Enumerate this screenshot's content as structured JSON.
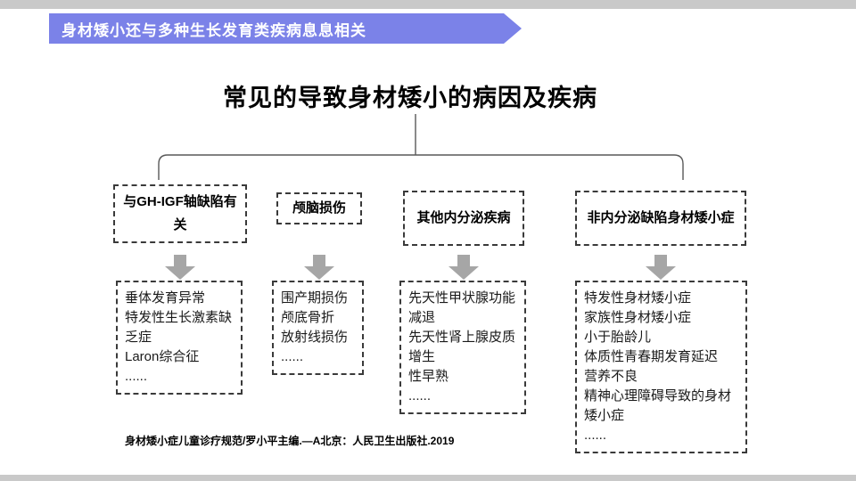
{
  "banner": {
    "label": "身材矮小还与多种生长发育类疾病息息相关",
    "bg_color": "#7b82e8",
    "text_color": "#ffffff"
  },
  "title": "常见的导致身材矮小的病因及疾病",
  "columns": [
    {
      "id": "gh-igf",
      "header": "与GH-IGF轴缺陷有关",
      "items": [
        "垂体发育异常",
        "特发性生长激素缺乏症",
        "Laron综合征",
        "......"
      ]
    },
    {
      "id": "brain-injury",
      "header": "颅脑损伤",
      "items": [
        "围产期损伤",
        "颅底骨折",
        "放射线损伤",
        "......"
      ]
    },
    {
      "id": "other-endocrine",
      "header": "其他内分泌疾病",
      "items": [
        "先天性甲状腺功能减退",
        "先天性肾上腺皮质增生",
        "性早熟",
        "......"
      ]
    },
    {
      "id": "non-endocrine",
      "header": "非内分泌缺陷身材矮小症",
      "items": [
        "特发性身材矮小症",
        "家族性身材矮小症",
        "小于胎龄儿",
        "体质性青春期发育延迟",
        "营养不良",
        "精神心理障碍导致的身材矮小症",
        "......"
      ]
    }
  ],
  "citation": "身材矮小症儿童诊疗规范/罗小平主编.—A北京：人民卫生出版社.2019",
  "colors": {
    "top_strip": "#c9c9c9",
    "banner_bg": "#7b82e8",
    "arrow_gray": "#a6a6a6",
    "connector_line": "#595959",
    "dashed_border": "#3a3a3a"
  }
}
